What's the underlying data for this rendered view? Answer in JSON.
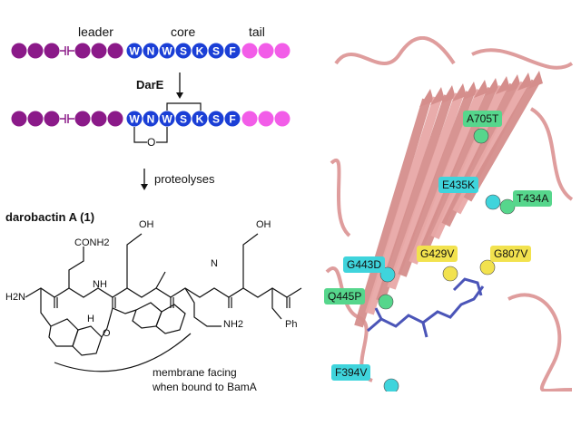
{
  "peptide": {
    "leader_label": "leader",
    "core_label": "core",
    "tail_label": "tail",
    "core_residues": [
      "W",
      "N",
      "W",
      "S",
      "K",
      "S",
      "F"
    ],
    "leader_color": "#8B1A89",
    "core_color": "#1B3FD6",
    "tail_color": "#F25DE8"
  },
  "steps": {
    "enzyme": "DarE",
    "crosslink_letter": "O",
    "proteolysis": "proteolyses"
  },
  "structure": {
    "compound_name": "darobactin A",
    "compound_number": "1",
    "groups": [
      "CONH2",
      "OH",
      "OH",
      "NH",
      "H2N",
      "N",
      "H",
      "O",
      "NH2",
      "Ph"
    ],
    "membrane_note_line1": "membrane facing",
    "membrane_note_line2": "when bound to BamA"
  },
  "protein": {
    "ribbon_color": "#E4A3A3",
    "ligand_color": "#4B55B8",
    "mutations": [
      {
        "name": "A705T",
        "color": "#56D68C"
      },
      {
        "name": "E435K",
        "color": "#3FD4DC"
      },
      {
        "name": "T434A",
        "color": "#56D68C"
      },
      {
        "name": "G443D",
        "color": "#3FD4DC"
      },
      {
        "name": "G429V",
        "color": "#F2E24E"
      },
      {
        "name": "G807V",
        "color": "#F2E24E"
      },
      {
        "name": "Q445P",
        "color": "#56D68C"
      },
      {
        "name": "F394V",
        "color": "#3FD4DC"
      }
    ]
  }
}
